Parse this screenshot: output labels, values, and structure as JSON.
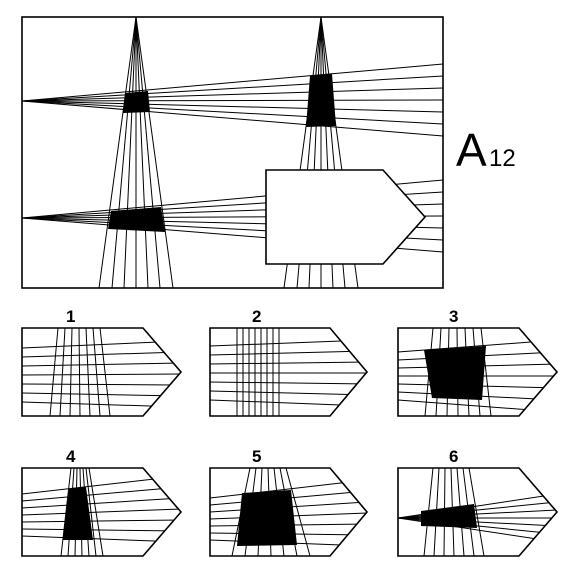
{
  "puzzle": {
    "title_letter": "A",
    "title_number": "12"
  },
  "options": [
    {
      "label": "1"
    },
    {
      "label": "2"
    },
    {
      "label": "3"
    },
    {
      "label": "4"
    },
    {
      "label": "5"
    },
    {
      "label": "6"
    }
  ]
}
